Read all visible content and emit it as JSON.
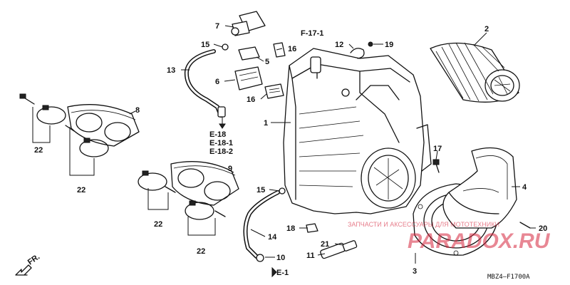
{
  "diagram_code": "MBZ4–F1700A",
  "direction_label": "FR.",
  "cross_refs": {
    "f17": "F-17-1",
    "e18": "E-18",
    "e181": "E-18-1",
    "e182": "E-18-2",
    "e1": "E-1"
  },
  "callouts": {
    "c1": "1",
    "c2": "2",
    "c3": "3",
    "c4": "4",
    "c5": "5",
    "c6": "6",
    "c7": "7",
    "c8": "8",
    "c9": "9",
    "c10": "10",
    "c11": "11",
    "c12": "12",
    "c13": "13",
    "c14": "14",
    "c15a": "15",
    "c15b": "15",
    "c16a": "16",
    "c16b": "16",
    "c17": "17",
    "c18": "18",
    "c19": "19",
    "c20": "20",
    "c21": "21",
    "c22a": "22",
    "c22b": "22",
    "c22c": "22",
    "c22d": "22"
  },
  "watermark": {
    "main": "PARADOX.RU",
    "small": "ЗАПЧАСТИ И АКСЕССУАРЫ ДЛЯ МОТОТЕХНИКИ"
  },
  "colors": {
    "line": "#111111",
    "watermark": "#d7263d"
  }
}
